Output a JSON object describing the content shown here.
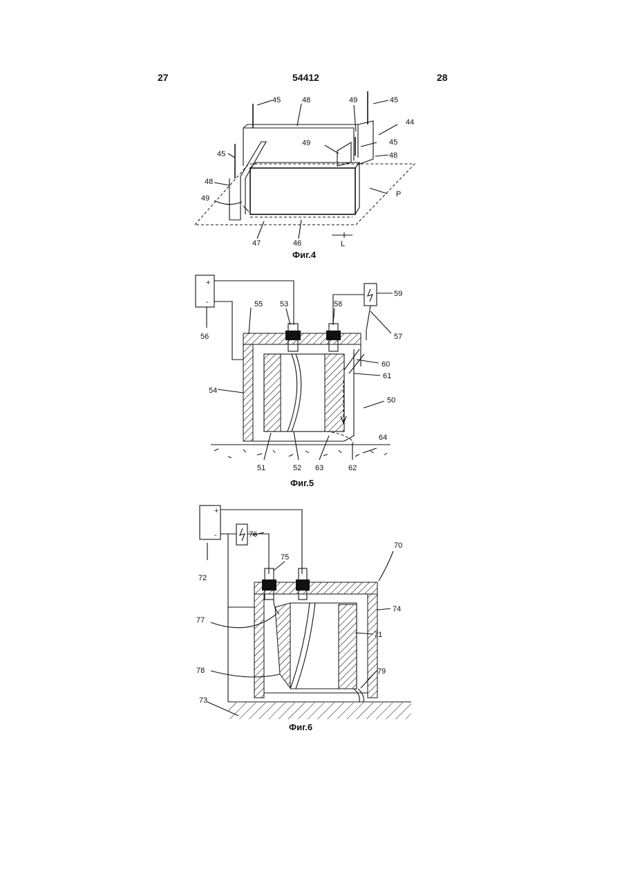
{
  "header": {
    "left_page": "27",
    "doc_number": "54412",
    "right_page": "28"
  },
  "fig4": {
    "caption": "Фиг.4",
    "labels": {
      "l45a": "45",
      "l48a": "48",
      "l49a": "49",
      "l45b": "45",
      "l44": "44",
      "l49b": "49",
      "l45c": "45",
      "l48b": "48",
      "l45d": "45",
      "l48c": "48",
      "l49c": "49",
      "lP": "P",
      "l47": "47",
      "l46": "46",
      "lL": "L"
    }
  },
  "fig5": {
    "caption": "Фиг.5",
    "plus": "+",
    "minus": "-",
    "labels": {
      "l53": "53",
      "l58": "58",
      "l59": "59",
      "l55": "55",
      "l56": "56",
      "l57": "57",
      "l60": "60",
      "l61": "61",
      "l54": "54",
      "l50": "50",
      "l64": "64",
      "l51": "51",
      "l52": "52",
      "l63": "63",
      "l62": "62"
    }
  },
  "fig6": {
    "caption": "Фиг.6",
    "plus": "+",
    "minus": "-",
    "labels": {
      "l76": "76",
      "l70": "70",
      "l75": "75",
      "l72": "72",
      "l74": "74",
      "l77": "77",
      "l71": "71",
      "l78": "78",
      "l79": "79",
      "l73": "73"
    }
  }
}
